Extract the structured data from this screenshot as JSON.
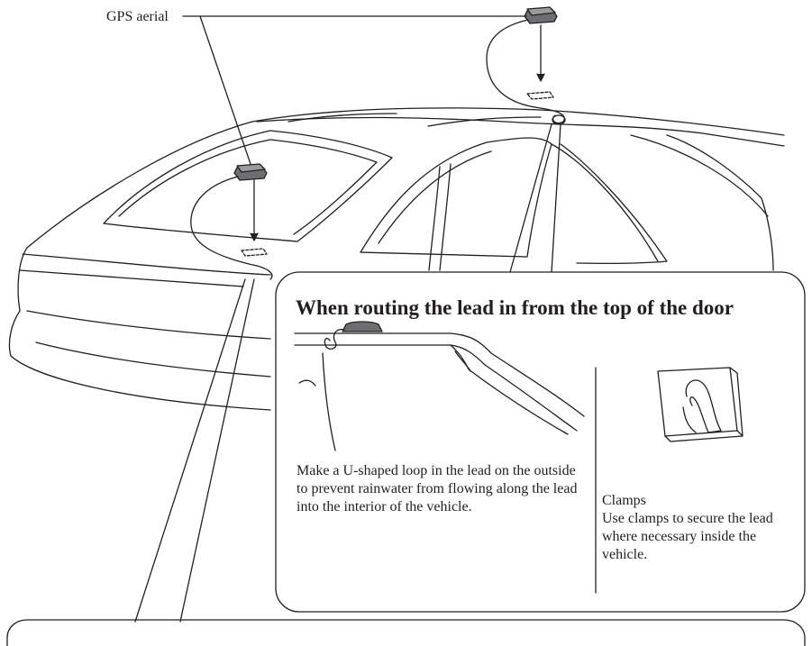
{
  "callout": {
    "label": "GPS aerial"
  },
  "door_panel": {
    "title": "When routing the lead in from the top of the door",
    "loop_note": "Make a U-shaped loop in the lead on the outside to prevent rainwater from flowing along the lead into the interior of the vehicle.",
    "clamp_title": "Clamps",
    "clamp_note": "Use clamps to secure the lead where necessary inside the vehicle."
  },
  "colors": {
    "ink": "#231f20",
    "aerial_fill": "#6d6e71",
    "background": "#ffffff"
  }
}
